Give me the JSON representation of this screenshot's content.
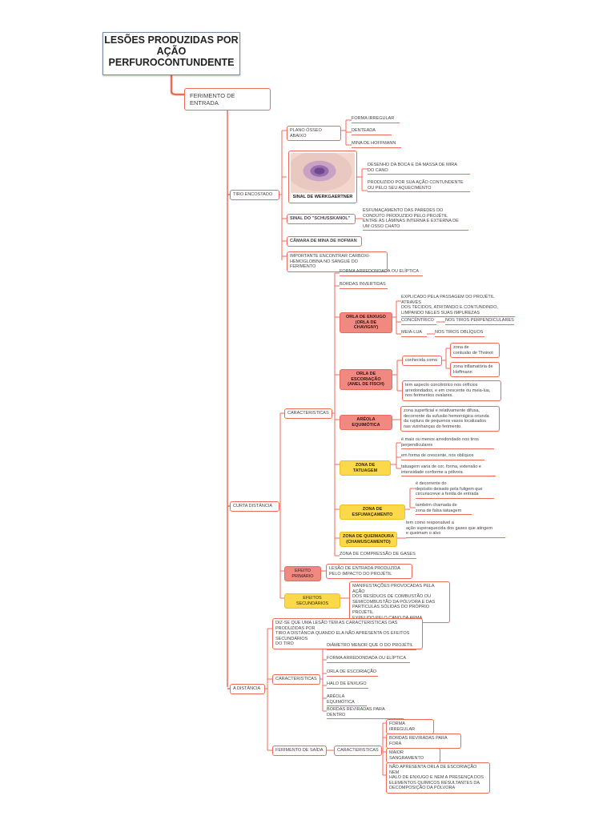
{
  "title": "LESÕES PRODUZIDAS POR\nAÇÃO\nPERFUROCONTUNDENTE",
  "ferimento_entrada": "FERIMENTO DE ENTRADA",
  "tiro_encostado": {
    "label": "TIRO ENCOSTADO",
    "plano_osseo": "PLANO ÓSSEO ABAIXO",
    "plano_osseo_items": [
      "FORMA IRREGULAR",
      "DENTEADA",
      "MINA DE HOFFMANN"
    ],
    "werkgaertner_caption": "SINAL DE WERKGAERTNER",
    "werkgaertner_notes": [
      "DESENHO DA BOCA E DA MASSA DE MIRA\nDO CANO",
      "PRODUZIDO POR SUA AÇÃO CONTUNDENTE\nOU PELO SEU AQUECIMENTO"
    ],
    "schusskanol": "SINAL DO \"SCHUSSKANOL\"",
    "schusskanol_note": "ESFUMAÇAMENTO DAS PAREDES DO\nCONDUTO PRODUZIDO PELO PROJÉTIL\nENTRE AS LÂMINAS INTERNA E EXTERNA DE\nUM OSSO CHATO",
    "camara": "CÂMARA DE MINA DE HOFMAN",
    "carboxi": "IMPORTANTE ENCONTRAR CARBOXI-\nHEMOGLOBINA NO SANGUE DO FERIMENTO"
  },
  "curta_distancia": {
    "label": "CURTA DISTÂNCIA",
    "caracteristicas": "CARACTERISTICAS",
    "forma": "FORMA ARREDONDADA OU ELÍPTICA",
    "bordas": "BORDAS INVERTIDAS",
    "orla_enxugo": "ORLA DE ENXUGO\n(ORLA DE CHAVIGNY)",
    "orla_enxugo_note": "EXPLICADO PELA PASSAGEM DO PROJÉTIL ATRAVÉS\nDOS TECIDOS, ATRITANDO E CONTUNDINDO,\nLIMPANDO NELES SUAS IMPUREZAS",
    "concentrico": "CONCÊNTRICO",
    "concentrico_note": "NOS TIROS PERPENDICULARES",
    "meia_lua": "MEIA-LUA",
    "meia_lua_note": "NOS TIROS OBLÍQUOS",
    "orla_escoriacao": "ORLA DE ESCORIAÇÃO\n(ANEL DE FISCH)",
    "conhecida": "conhecida como",
    "zona_contusao": "zona de\ncontusão de Thoinot",
    "zona_inflamatoria": "zona inflamatória de\nHoffmann",
    "escoriacao_note": "tem aspecto concêntrico nos orifícios\narredondados, e em crescente ou meia-lua,\nnos ferimentos ovalares.",
    "areola": "ARÉOLA EQUIMÓTICA",
    "areola_note": "zona superficial e relativamente difusa,\ndecorrente da sufusão hemorrágica oriunda\nda ruptura de pequenos vasos localizados\nnas vizinhanças do ferimento.",
    "tatuagem": "ZONA DE TATUAGEM",
    "tatuagem_notes": [
      "é mais ou menos arredondado nos tiros\nperpendiculares",
      "em forma de crescente, nos oblíquos",
      "tatuagem varia de cor, forma, extensão e\nintensidade conforme a pólvora"
    ],
    "esfumacamento": "ZONA DE ESFUMAÇAMENTO",
    "esfumacamento_notes": [
      "é decorrente do\ndepósito deixado pela fuligem que\ncircunscreve a ferida de entrada",
      "também chamada de\nzona de falsa tatuagem"
    ],
    "queimadura": "ZONA DE QUEIMADURA\n(CHAMUSCAMENTO)",
    "queimadura_note": "tem como responsável a\nação superaquecida dos gases que atingem\ne queimam o alvo",
    "compressao": "ZONA DE COMPRESSÃO DE GASES",
    "efeito_primario": "EFEITO PRIMÁRIO",
    "efeito_primario_note": "LESÃO DE ENTRADA PRODUZIDA\nPELO IMPACTO DO PROJÉTIL",
    "efeitos_secundarios": "EFEITOS SECUNDÁRIOS",
    "efeitos_secundarios_note": "MANIFESTAÇÕES PROVOCADAS PELA AÇÃO\nDOS RESÍDUOS DE COMBUSTÃO OU\nSEMICOMBUSTÃO DA PÓLVORA E DAS\nPARTÍCULAS SÓLIDAS DO PRÓPRIO PROJÉTIL\nEXPELIDO PELO CANO DA ARMA"
  },
  "a_distancia": {
    "label": "A DISTÂNCIA",
    "definition": "DIZ-SE QUE UMA LESÃO TEM AS CARACTERISTICAS DAS PRODUZIDAS POR\nTIRO A DISTÂNCIA QUANDO ELA NÃO APRESENTA OS EFEITOS SECUNDÁRIOS\nDO TIRO",
    "caracteristicas": "CARACTERISTICAS",
    "items": [
      "DIÂMETRO MENOR QUE O DO PROJÉTIL",
      "FORMA ARREDONDADA OU ELÍPTICA",
      "ORLA DE ESCORIAÇÃO",
      "HALO DE ENXUGO",
      "ARÉOLA EQUIMÓTICA",
      "BORDAS REVIRADAS PARA DENTRO"
    ],
    "ferimento_saida": "FERIMENTO DE SAÍDA",
    "saida_caracteristicas": "CARACTERISTICAS",
    "saida_items": [
      "FORMA IRREGULAR",
      "BORDAS REVIRADAS PARA FORA",
      "MAIOR SANGRAMENTO",
      "NÃO APRESENTA ORLA DE ESCORIAÇÃO NEM\nHALO DE ENXUGO E NEM A PRESENÇA DOS\nELEMENTOS QUÍMICOS RESULTANTES DA\nDECOMPOSIÇÃO DA PÓLVORA"
    ]
  },
  "colors": {
    "link": "#f06a5a",
    "red_fill": "#f08a80",
    "yellow_fill": "#fcd94a",
    "title_border": "#7a8aa8"
  }
}
